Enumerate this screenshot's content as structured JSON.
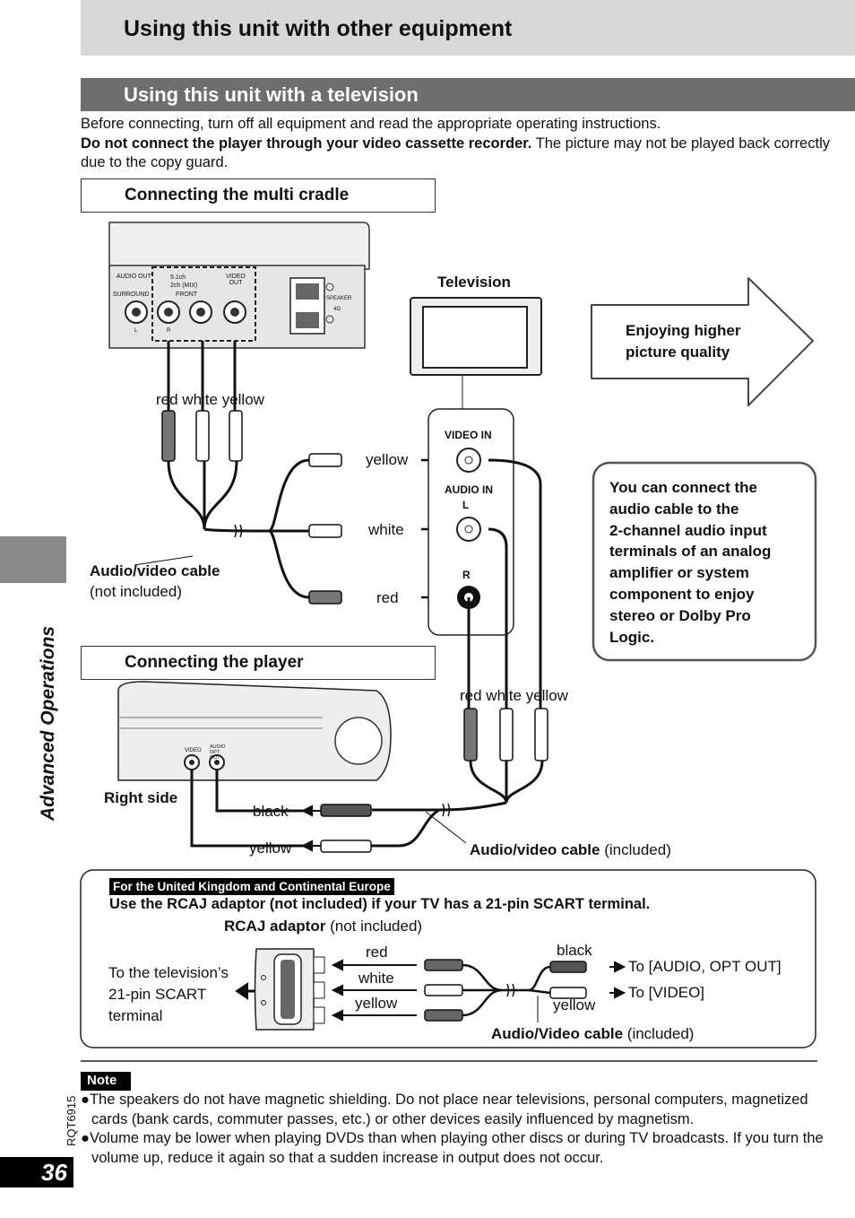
{
  "header": {
    "title": "Using this unit with other equipment"
  },
  "section": {
    "title": "Using this unit with a television"
  },
  "intro": {
    "line1": "Before connecting, turn off all equipment and read the appropriate operating instructions.",
    "bold": "Do not connect the player through your video cassette recorder.",
    "rest": " The picture may not be played back correctly due to the copy guard."
  },
  "cradle": {
    "title": "Connecting the multi cradle",
    "panel": {
      "audio_out": "AUDIO OUT",
      "surround": "SURROUND",
      "mode": "5.1ch",
      "mode2": "2ch (MIX)",
      "front": "FRONT",
      "video_out": "VIDEO OUT",
      "speaker": "SPEAKER",
      "ohm": "4Ω",
      "l": "L",
      "r": "R"
    },
    "plug_colors": "red white yellow"
  },
  "television": {
    "label": "Television",
    "video_in": "VIDEO IN",
    "audio_in": "AUDIO IN",
    "l": "L",
    "r": "R"
  },
  "cable_colors": {
    "yellow": "yellow",
    "white": "white",
    "red": "red"
  },
  "av_cable": {
    "label": "Audio/video cable",
    "note": "(not included)"
  },
  "callout_quality": {
    "line1": "Enjoying higher",
    "line2": "picture quality"
  },
  "callout_audio": {
    "lines": [
      "You can connect the",
      "audio cable to the",
      "2-channel audio input",
      "terminals of an analog",
      "amplifier or system",
      "component to enjoy",
      "stereo or Dolby Pro",
      "Logic."
    ]
  },
  "player": {
    "title": "Connecting the player",
    "jack_video": "VIDEO",
    "jack_audio": "AUDIO OPT OUT",
    "right_side": "Right side",
    "black": "black",
    "yellow": "yellow",
    "plug_colors": "red white yellow",
    "cable_label": "Audio/video cable",
    "cable_note": " (included)"
  },
  "uk": {
    "tag": "For the United Kingdom and Continental Europe",
    "heading": "Use the RCAJ adaptor (not included) if your TV has a 21-pin SCART terminal.",
    "adaptor_label": "RCAJ adaptor",
    "adaptor_note": " (not included)",
    "scart_l1": "To the television’s",
    "scart_l2": "21-pin SCART",
    "scart_l3": "terminal",
    "red": "red",
    "white": "white",
    "yellow_left": "yellow",
    "black": "black",
    "yellow_right": "yellow",
    "to_audio": "To [AUDIO, OPT OUT]",
    "to_video": "To [VIDEO]",
    "cable_label": "Audio/Video cable",
    "cable_note": " (included)"
  },
  "side_tab": {
    "label": "Advanced Operations"
  },
  "doc_code": "RQT6915",
  "page_number": "36",
  "note": {
    "tag": "Note",
    "items": [
      "●The speakers do not have magnetic shielding. Do not place near televisions, personal computers, magnetized cards (bank cards, commuter passes, etc.) or other devices easily influenced by magnetism.",
      "●Volume may be lower when playing DVDs than when playing other discs or during TV broadcasts. If you turn the volume up, reduce it again so that a sudden increase in output does not occur."
    ]
  }
}
